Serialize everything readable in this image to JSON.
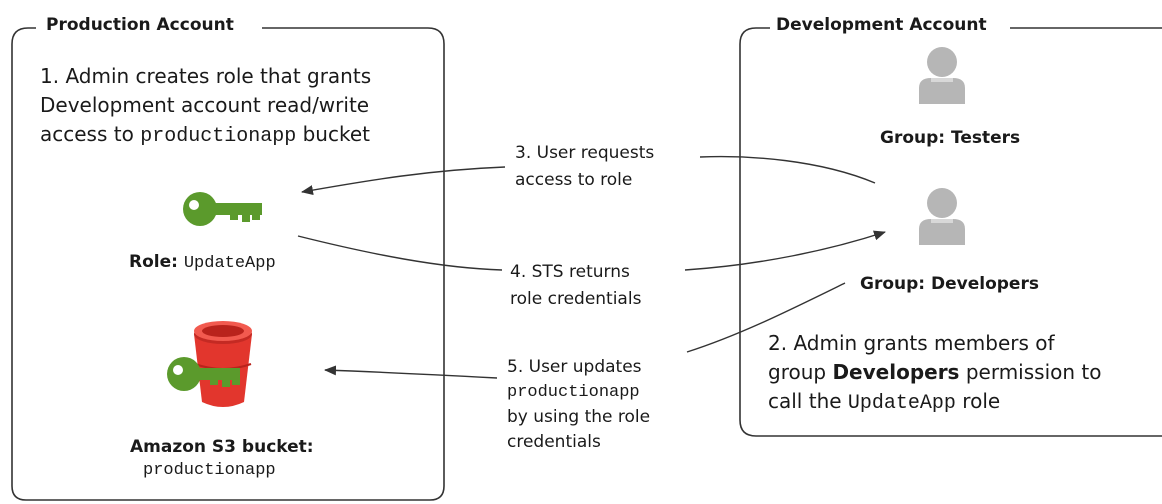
{
  "production": {
    "title": "Production Account",
    "step1": {
      "line1": "1. Admin creates role that grants",
      "line2": "Development account read/write",
      "line3_prefix": "access to ",
      "line3_code": "productionapp",
      "line3_suffix": " bucket"
    },
    "role": {
      "label": "Role: ",
      "name": "UpdateApp",
      "icon": "key-icon"
    },
    "bucket": {
      "label": "Amazon S3 bucket:",
      "name": "productionapp",
      "icon": "s3-bucket-icon"
    }
  },
  "development": {
    "title": "Development Account",
    "testers": {
      "label": "Group: Testers",
      "icon": "user-icon"
    },
    "developers": {
      "label": "Group: Developers",
      "icon": "user-icon"
    },
    "step2": {
      "line1": "2. Admin grants members of",
      "line2_prefix": "group ",
      "line2_bold": "Developers",
      "line2_suffix": " permission to",
      "line3_prefix": "call the ",
      "line3_code": "UpdateApp",
      "line3_suffix": " role"
    }
  },
  "steps": {
    "step3": {
      "line1": "3. User requests",
      "line2": "access to role"
    },
    "step4": {
      "line1": "4. STS returns",
      "line2": "role credentials"
    },
    "step5": {
      "line1": "5. User updates",
      "line2": "productionapp",
      "line3": "by using the role",
      "line4": "credentials"
    }
  },
  "colors": {
    "key_green": "#5b9a2c",
    "bucket_red": "#e2362d",
    "user_gray": "#b6b6b6",
    "line": "#333333"
  }
}
